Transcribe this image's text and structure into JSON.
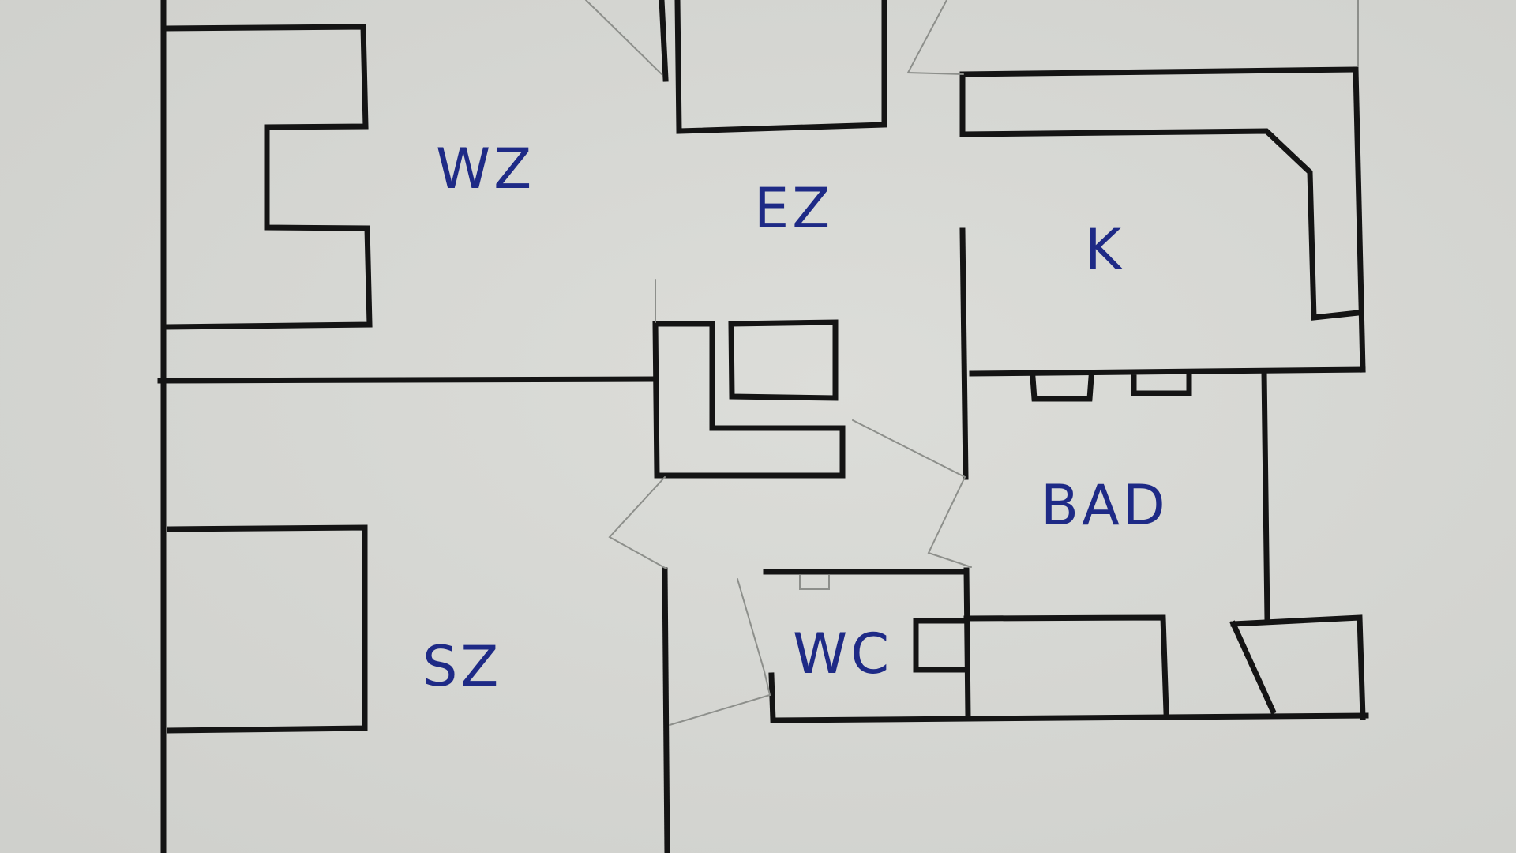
{
  "floor_plan": {
    "rooms": [
      {
        "id": "wz",
        "label": "WZ"
      },
      {
        "id": "ez",
        "label": "EZ"
      },
      {
        "id": "k",
        "label": "K"
      },
      {
        "id": "bad",
        "label": "BAD"
      },
      {
        "id": "sz",
        "label": "SZ"
      },
      {
        "id": "wc",
        "label": "WC"
      }
    ]
  },
  "colors": {
    "paper": "#d6d7d3",
    "walls": "#141414",
    "pencil_doors": "#8d8f8b",
    "ink_labels": "#1e2a86"
  }
}
